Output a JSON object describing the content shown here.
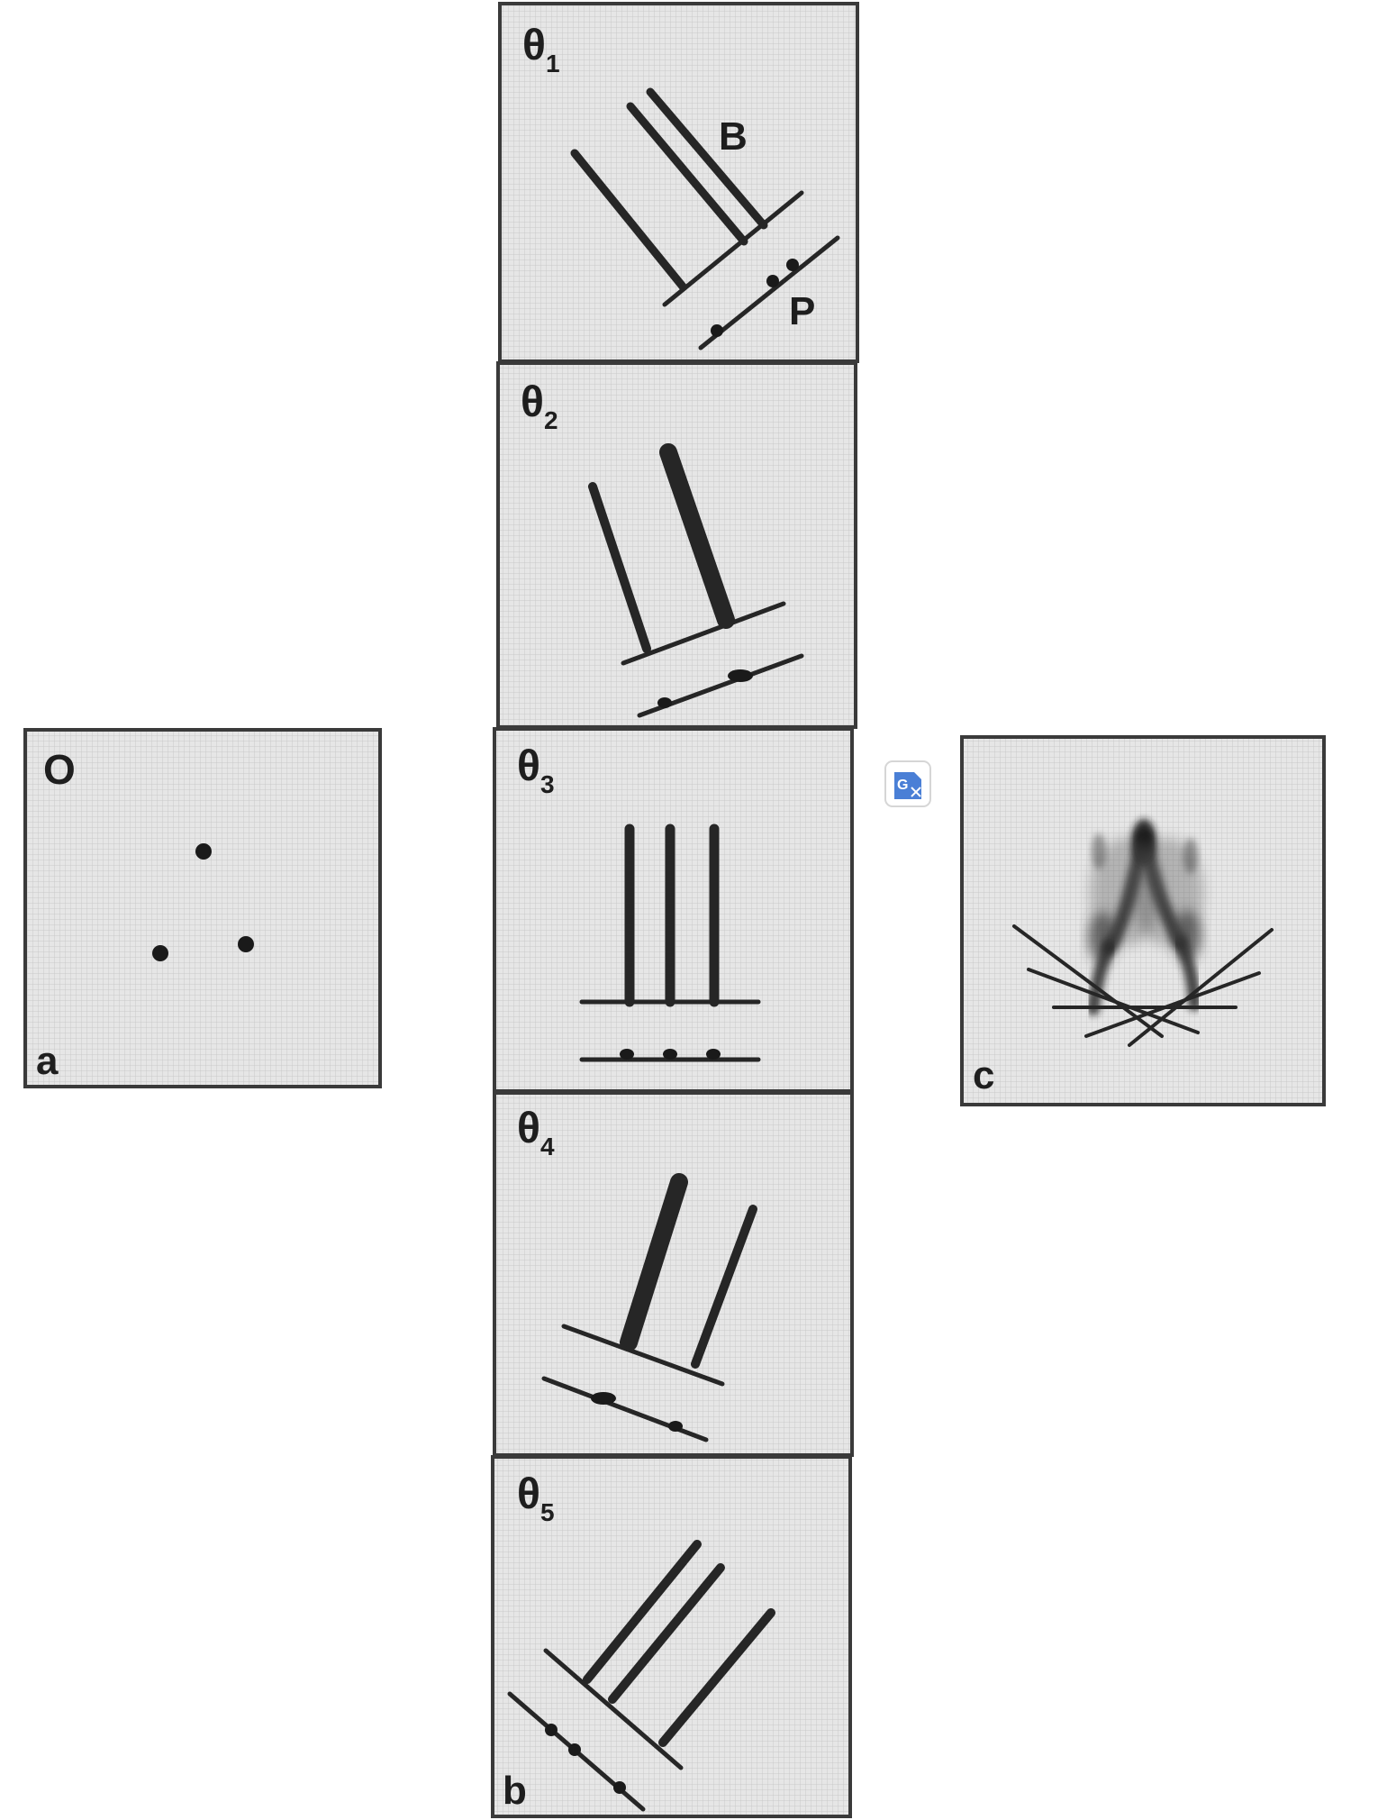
{
  "panel_a": {
    "object_label": "O",
    "corner_label": "a"
  },
  "panel_b": {
    "corner_label": "b",
    "beam_label": "B",
    "projection_label": "P",
    "angles": [
      {
        "symbol": "θ",
        "subscript": "1"
      },
      {
        "symbol": "θ",
        "subscript": "2"
      },
      {
        "symbol": "θ",
        "subscript": "3"
      },
      {
        "symbol": "θ",
        "subscript": "4"
      },
      {
        "symbol": "θ",
        "subscript": "5"
      }
    ]
  },
  "panel_c": {
    "corner_label": "c"
  },
  "translate_badge": {
    "letter": "G"
  },
  "colors": {
    "frame": "#3a3a3a",
    "grid_background": "#e4e4e4",
    "ink": "#222222",
    "badge": "#4a7fd6"
  }
}
